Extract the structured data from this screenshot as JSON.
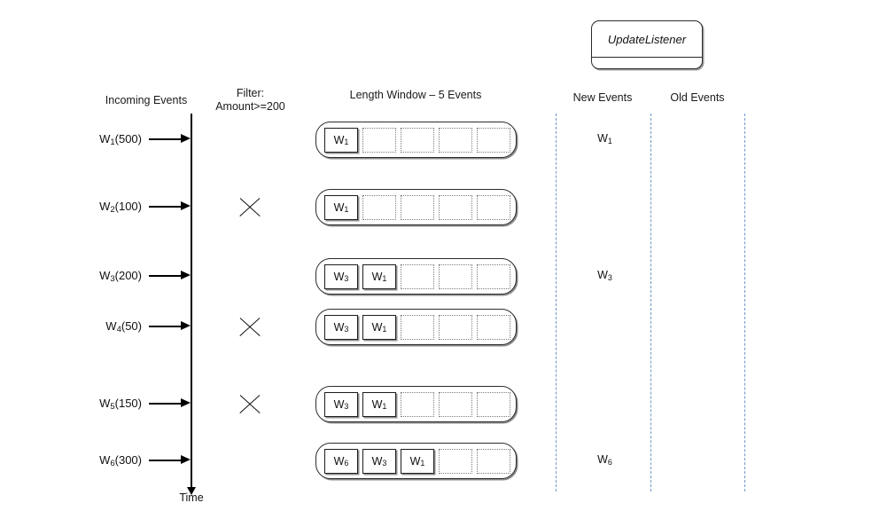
{
  "diagram": {
    "title": "Length Window – 5 Events event processing timeline",
    "columns": {
      "incoming": "Incoming Events",
      "filter": "Filter:\nAmount>=200",
      "window": "Length Window – 5 Events",
      "new_events": "New Events",
      "old_events": "Old Events"
    },
    "timeline_label": "Time",
    "listener": {
      "name": "UpdateListener"
    },
    "colors": {
      "lane_dashed": "#6f95c9",
      "stroke": "#1d1d1d",
      "empty_slot": "#7d7d7d",
      "shadow": "#8f8f8f",
      "background": "#ffffff"
    },
    "window_capacity": 5,
    "rows": [
      {
        "event": "W",
        "event_sub": "1",
        "amount": "500",
        "label": "W₁(500)",
        "passes_filter": true,
        "rejected_mark": "",
        "window": [
          "W₁",
          "",
          "",
          "",
          ""
        ],
        "window_subs": [
          "1",
          "",
          "",
          "",
          ""
        ],
        "window_filled": [
          true,
          false,
          false,
          false,
          false
        ],
        "new_event": "W",
        "new_event_sub": "1",
        "old_event": "",
        "old_event_sub": ""
      },
      {
        "event": "W",
        "event_sub": "2",
        "amount": "100",
        "label": "W₂(100)",
        "passes_filter": false,
        "rejected_mark": "x-mark",
        "window": [
          "W₁",
          "",
          "",
          "",
          ""
        ],
        "window_subs": [
          "1",
          "",
          "",
          "",
          ""
        ],
        "window_filled": [
          true,
          false,
          false,
          false,
          false
        ],
        "new_event": "",
        "new_event_sub": "",
        "old_event": "",
        "old_event_sub": ""
      },
      {
        "event": "W",
        "event_sub": "3",
        "amount": "200",
        "label": "W₃(200)",
        "passes_filter": true,
        "rejected_mark": "",
        "window": [
          "W₃",
          "W₁",
          "",
          "",
          ""
        ],
        "window_subs": [
          "3",
          "1",
          "",
          "",
          ""
        ],
        "window_filled": [
          true,
          true,
          false,
          false,
          false
        ],
        "new_event": "W",
        "new_event_sub": "3",
        "old_event": "",
        "old_event_sub": ""
      },
      {
        "event": "W",
        "event_sub": "4",
        "amount": "50",
        "label": "W₄(50)",
        "passes_filter": false,
        "rejected_mark": "x-mark",
        "window": [
          "W₃",
          "W₁",
          "",
          "",
          ""
        ],
        "window_subs": [
          "3",
          "1",
          "",
          "",
          ""
        ],
        "window_filled": [
          true,
          true,
          false,
          false,
          false
        ],
        "new_event": "",
        "new_event_sub": "",
        "old_event": "",
        "old_event_sub": ""
      },
      {
        "event": "W",
        "event_sub": "5",
        "amount": "150",
        "label": "W₅(150)",
        "passes_filter": false,
        "rejected_mark": "x-mark",
        "window": [
          "W₃",
          "W₁",
          "",
          "",
          ""
        ],
        "window_subs": [
          "3",
          "1",
          "",
          "",
          ""
        ],
        "window_filled": [
          true,
          true,
          false,
          false,
          false
        ],
        "new_event": "",
        "new_event_sub": "",
        "old_event": "",
        "old_event_sub": ""
      },
      {
        "event": "W",
        "event_sub": "6",
        "amount": "300",
        "label": "W₆(300)",
        "passes_filter": true,
        "rejected_mark": "",
        "window": [
          "W₆",
          "W₃",
          "W₁",
          "",
          ""
        ],
        "window_subs": [
          "6",
          "3",
          "1",
          "",
          ""
        ],
        "window_filled": [
          true,
          true,
          true,
          false,
          false
        ],
        "new_event": "W",
        "new_event_sub": "6",
        "old_event": "",
        "old_event_sub": ""
      }
    ]
  }
}
